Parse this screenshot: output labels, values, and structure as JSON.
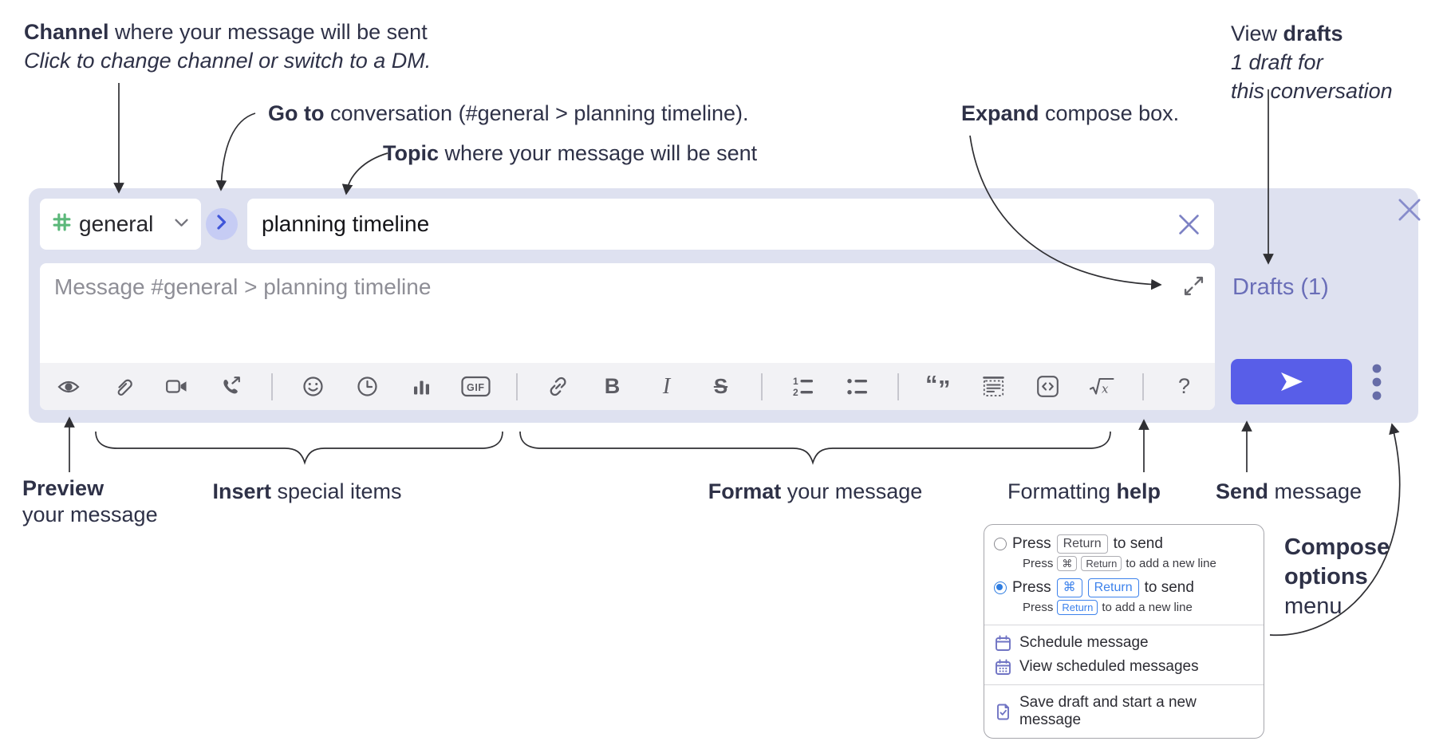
{
  "annotations": {
    "channel": {
      "bold": "Channel",
      "rest": " where your message will be sent",
      "sub": "Click to change channel or switch to a DM."
    },
    "goto": {
      "bold": "Go to",
      "rest": " conversation (#general > planning timeline)."
    },
    "topic": {
      "bold": "Topic",
      "rest": " where your message will be sent"
    },
    "expand": {
      "bold": "Expand",
      "rest": " compose box."
    },
    "drafts": {
      "pre": "View ",
      "bold": "drafts",
      "line2": "1 draft for",
      "line3": "this conversation"
    },
    "preview": {
      "bold": "Preview",
      "line2": "your message"
    },
    "insert": {
      "bold": "Insert",
      "rest": " special items"
    },
    "format": {
      "bold": "Format",
      "rest": " your message"
    },
    "help": {
      "pre": "Formatting ",
      "bold": "help"
    },
    "send": {
      "bold": "Send",
      "rest": " message"
    },
    "compose_options": {
      "line1": "Compose",
      "line2": "options",
      "line3": "menu"
    }
  },
  "composer": {
    "channel_name": "general",
    "topic_value": "planning timeline",
    "message_placeholder": "Message #general > planning timeline",
    "drafts_label": "Drafts (1)"
  },
  "toolbar_glyphs": {
    "bold": "B",
    "italic": "I",
    "strike": "S",
    "gif": "GIF",
    "help": "?",
    "ol_1": "1",
    "ol_2": "2",
    "quote_open": "“",
    "quote_close": "”",
    "math_x": "x"
  },
  "menu": {
    "options": [
      {
        "selected": false,
        "main_pre": "Press",
        "main_keys": [
          "Return"
        ],
        "main_post": "to send",
        "sub_pre": "Press",
        "sub_keys": [
          "⌘",
          "Return"
        ],
        "sub_post": "to add a new line"
      },
      {
        "selected": true,
        "main_pre": "Press",
        "main_keys": [
          "⌘",
          "Return"
        ],
        "main_post": "to send",
        "sub_pre": "Press",
        "sub_keys": [
          "Return"
        ],
        "sub_post": "to add a new line"
      }
    ],
    "items": [
      {
        "icon": "calendar-icon",
        "label": "Schedule message"
      },
      {
        "icon": "calendar-dates-icon",
        "label": "View scheduled messages"
      },
      {
        "icon": "save-draft-icon",
        "label": "Save draft and start a new message"
      }
    ]
  },
  "colors": {
    "composer_bg": "#dee1f0",
    "send_button": "#585ee8",
    "purple_link": "#6a6eb8",
    "hash_green": "#5cb87a",
    "accent_blue": "#3d82ec",
    "icon_gray": "#5c5c63"
  }
}
